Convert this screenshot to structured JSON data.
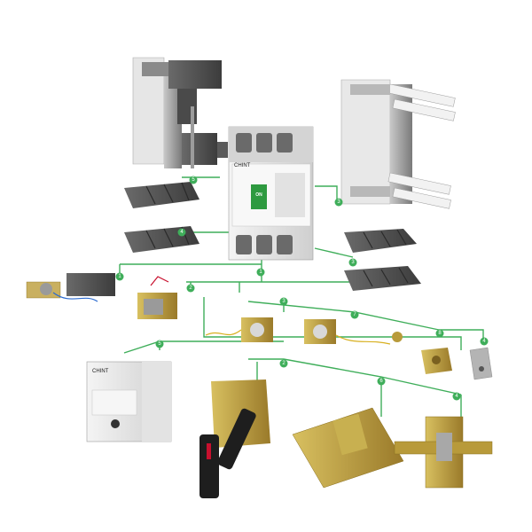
{
  "colors": {
    "line": "#3fae5a",
    "badge": "#3fae5a",
    "housing_gray": "#9a9a9a",
    "housing_light": "#d9d9d9",
    "switch_green": "#2e9a40",
    "brass": "#b89a3a",
    "handle_black": "#1e1e1e",
    "handle_red": "#c8102e"
  },
  "breaker": {
    "brand_label": "CHINT",
    "toggle_label": "ON"
  },
  "motor_operator": {
    "brand_label": "CHINT"
  },
  "connector_labels": {
    "rear_connector": "5",
    "front_connector": "3",
    "phase_barrier_upper": "4",
    "phase_barrier_lower": "4",
    "terminal_cover_upper": "3",
    "terminal_cover_lower": "3",
    "breaker": "1",
    "alarm_contact": "1",
    "aux_contact": "2",
    "shunt_release": "3",
    "undervoltage_release": "7",
    "lug": "8",
    "terminal_plate": "4",
    "motor_operator": "5",
    "rotary_handle": "2",
    "mounting_plate": "6",
    "locking_device": "4"
  },
  "icons": {
    "badge": "circle-badge-icon",
    "toggle": "toggle-switch-icon"
  }
}
